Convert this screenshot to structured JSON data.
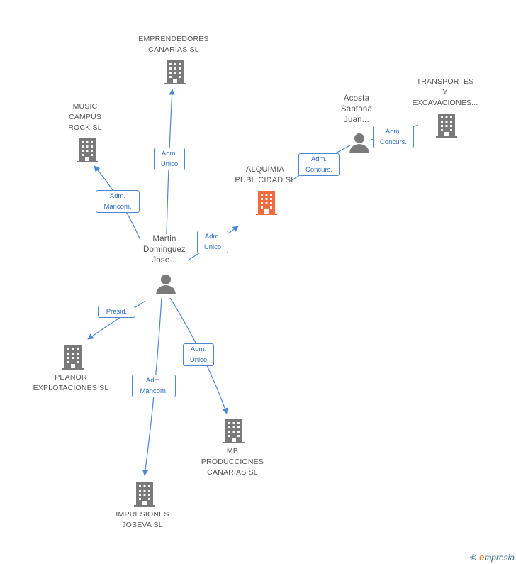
{
  "nodes": {
    "emprendedores": {
      "lines": [
        "EMPRENDEDORES",
        "CANARIAS SL"
      ],
      "type": "company"
    },
    "music": {
      "lines": [
        "MUSIC",
        "CAMPUS",
        "ROCK SL"
      ],
      "type": "company"
    },
    "transportes": {
      "lines": [
        "TRANSPORTES",
        "Y",
        "EXCAVACIONES..."
      ],
      "type": "company"
    },
    "acosta": {
      "lines": [
        "Acosta",
        "Santana",
        "Juan..."
      ],
      "type": "person"
    },
    "alquimia": {
      "lines": [
        "ALQUIMIA",
        "PUBLICIDAD SL"
      ],
      "type": "company-focus"
    },
    "martin": {
      "lines": [
        "Martin",
        "Dominguez",
        "Jose..."
      ],
      "type": "person"
    },
    "peanor": {
      "lines": [
        "PEANOR",
        "EXPLOTACIONES SL"
      ],
      "type": "company"
    },
    "mb": {
      "lines": [
        "MB",
        "PRODUCCIONES",
        "CANARIAS SL"
      ],
      "type": "company"
    },
    "impresiones": {
      "lines": [
        "IMPRESIONES",
        "JOSEVA SL"
      ],
      "type": "company"
    }
  },
  "edges": {
    "martin_emprendedores": {
      "lines": [
        "Adm.",
        "Unico"
      ]
    },
    "martin_music": {
      "lines": [
        "Adm.",
        "Mancom."
      ]
    },
    "martin_alquimia": {
      "lines": [
        "Adm.",
        "Unico"
      ]
    },
    "acosta_alquimia": {
      "lines": [
        "Adm.",
        "Concurs."
      ]
    },
    "acosta_transportes": {
      "lines": [
        "Adm.",
        "Concurs."
      ]
    },
    "martin_peanor": {
      "lines": [
        "Presid."
      ]
    },
    "martin_mb": {
      "lines": [
        "Adm.",
        "Unico"
      ]
    },
    "martin_impresiones": {
      "lines": [
        "Adm.",
        "Mancom."
      ]
    }
  },
  "colors": {
    "edge": "#4a86d4",
    "icon": "#7a7a7a",
    "focus_icon": "#f26a3d",
    "label_text": "#555555"
  },
  "footer": {
    "copyright": "©",
    "brand_initial": "e",
    "brand_rest": "mpresia"
  }
}
